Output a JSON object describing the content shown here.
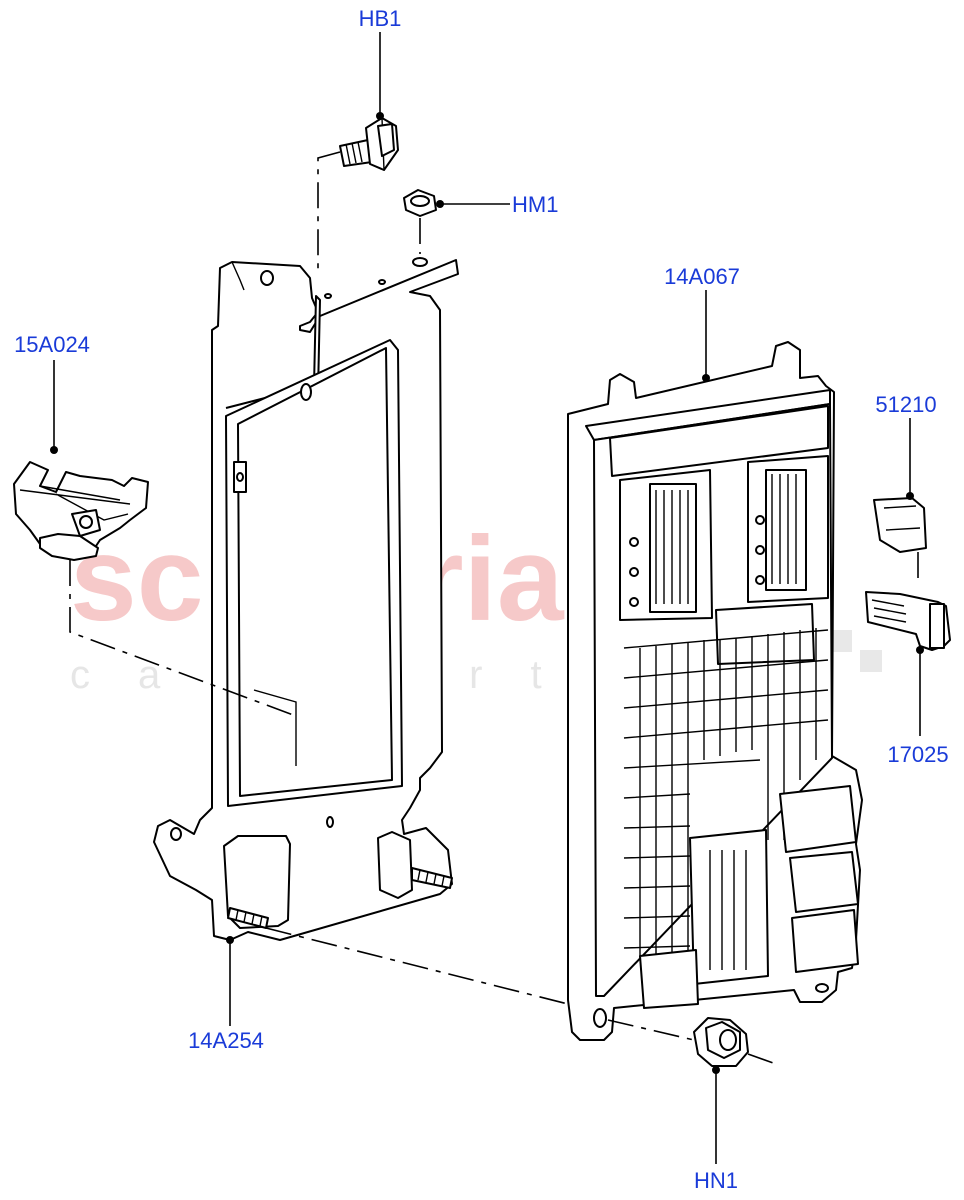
{
  "watermark": {
    "brand": "scuderia",
    "tagline": "car parts"
  },
  "callouts": {
    "hb1": "HB1",
    "hm1": "HM1",
    "p14a067": "14A067",
    "p15a024": "15A024",
    "p51210": "51210",
    "p17025": "17025",
    "p14a254": "14A254",
    "hn1": "HN1"
  },
  "colors": {
    "callout_text": "#1a3bd8",
    "watermark_red": "#f6c9c9",
    "watermark_grey": "#e6e6e6",
    "line": "#000000"
  }
}
